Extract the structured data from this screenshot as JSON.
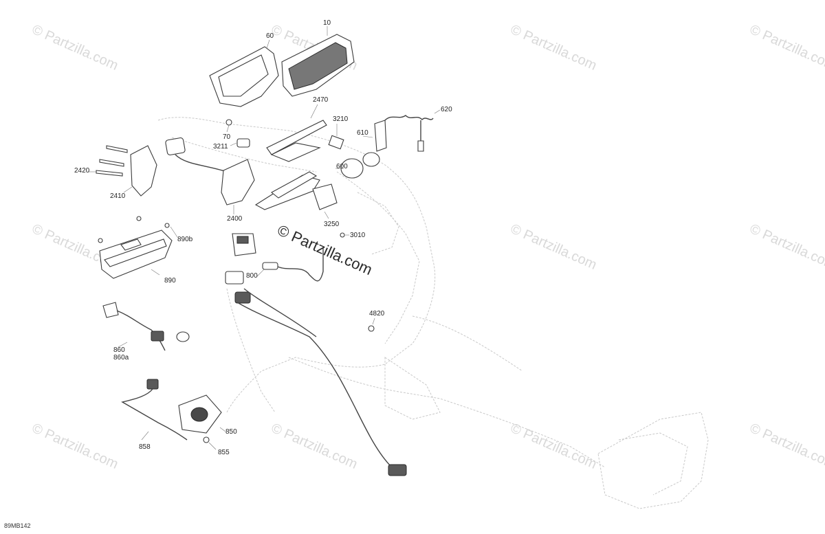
{
  "diagram_ref": "89MB142",
  "watermark_text": "© Partzilla.com",
  "center_watermark_text": "© Partzilla.com",
  "callouts": [
    {
      "id": "c10",
      "text": "10"
    },
    {
      "id": "c60",
      "text": "60"
    },
    {
      "id": "c70",
      "text": "70"
    },
    {
      "id": "c2470",
      "text": "2470"
    },
    {
      "id": "c3210",
      "text": "3210"
    },
    {
      "id": "c3211",
      "text": "3211"
    },
    {
      "id": "c620",
      "text": "620"
    },
    {
      "id": "c610",
      "text": "610"
    },
    {
      "id": "c600",
      "text": "600"
    },
    {
      "id": "c2420",
      "text": "2420"
    },
    {
      "id": "c2410",
      "text": "2410"
    },
    {
      "id": "c2400",
      "text": "2400"
    },
    {
      "id": "c3250",
      "text": "3250"
    },
    {
      "id": "c3010",
      "text": "3010"
    },
    {
      "id": "c890b",
      "text": "890b"
    },
    {
      "id": "c890",
      "text": "890"
    },
    {
      "id": "c800",
      "text": "800"
    },
    {
      "id": "c4820",
      "text": "4820"
    },
    {
      "id": "c860",
      "text": "860"
    },
    {
      "id": "c860a",
      "text": "860a"
    },
    {
      "id": "c850",
      "text": "850"
    },
    {
      "id": "c858",
      "text": "858"
    },
    {
      "id": "c855",
      "text": "855"
    }
  ]
}
